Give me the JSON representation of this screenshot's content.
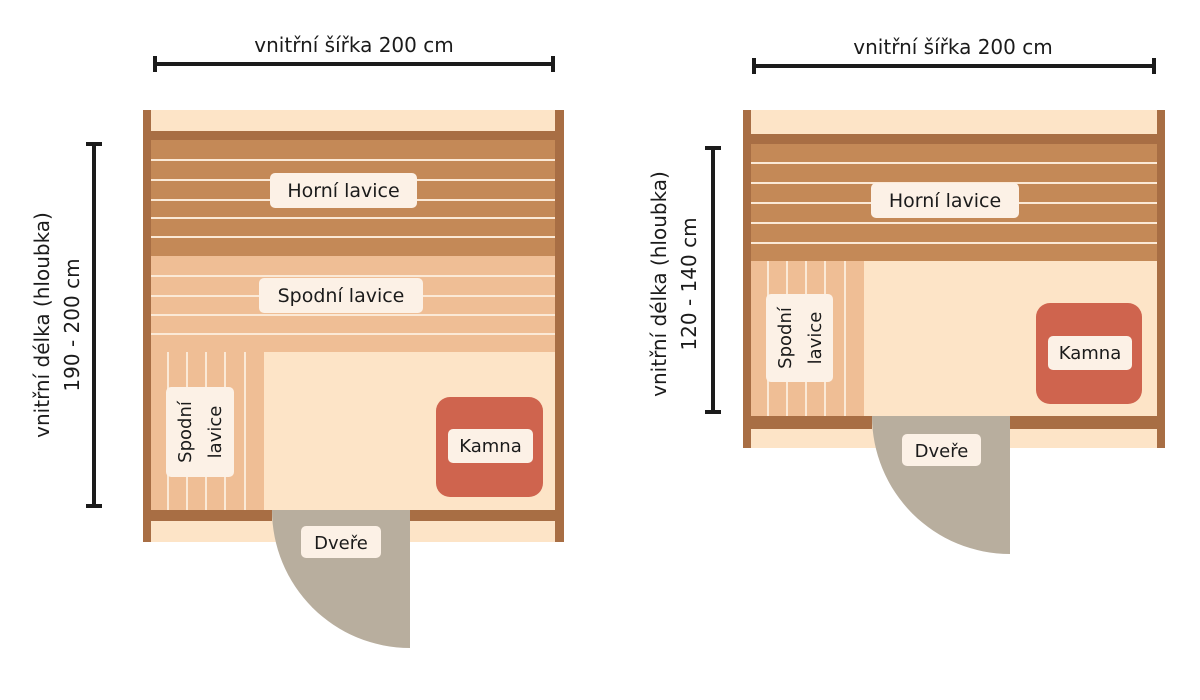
{
  "colors": {
    "floor": "#FDE4C7",
    "wall": "#A86E44",
    "upper_bench": "#C48957",
    "lower_bench": "#EFBE95",
    "slat_line": "#FBE9D6",
    "stove": "#CF644E",
    "door": "#B8AE9E",
    "label_bg": "#FCF1E6",
    "dimension": "#1B1B1B"
  },
  "left_plan": {
    "width_label": "vnitřní šířka 200 cm",
    "depth_label_line1": "vnitřní délka (hloubka)",
    "depth_label_line2": "190 - 200 cm",
    "upper_bench": "Horní lavice",
    "lower_bench": "Spodní lavice",
    "side_bench_line1": "Spodní",
    "side_bench_line2": "lavice",
    "stove": "Kamna",
    "door": "Dveře"
  },
  "right_plan": {
    "width_label": "vnitřní šířka 200 cm",
    "depth_label_line1": "vnitřní délka (hloubka)",
    "depth_label_line2": "120 - 140 cm",
    "upper_bench": "Horní lavice",
    "side_bench_line1": "Spodní",
    "side_bench_line2": "lavice",
    "stove": "Kamna",
    "door": "Dveře"
  }
}
